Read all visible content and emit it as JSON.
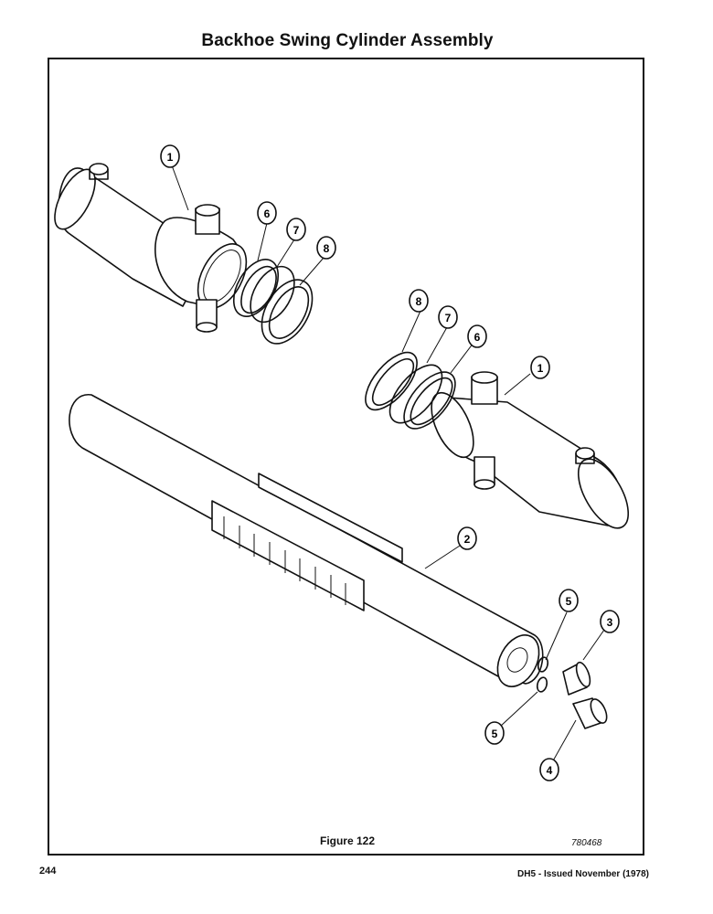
{
  "page_title": "Backhoe Swing Cylinder Assembly",
  "figure_caption": "Figure 122",
  "drawing_number": "780468",
  "page_number": "244",
  "footer_issue": "DH5 - Issued November (1978)",
  "callouts": [
    "1",
    "6",
    "7",
    "8",
    "8",
    "7",
    "6",
    "1",
    "2",
    "5",
    "3",
    "5",
    "4"
  ]
}
